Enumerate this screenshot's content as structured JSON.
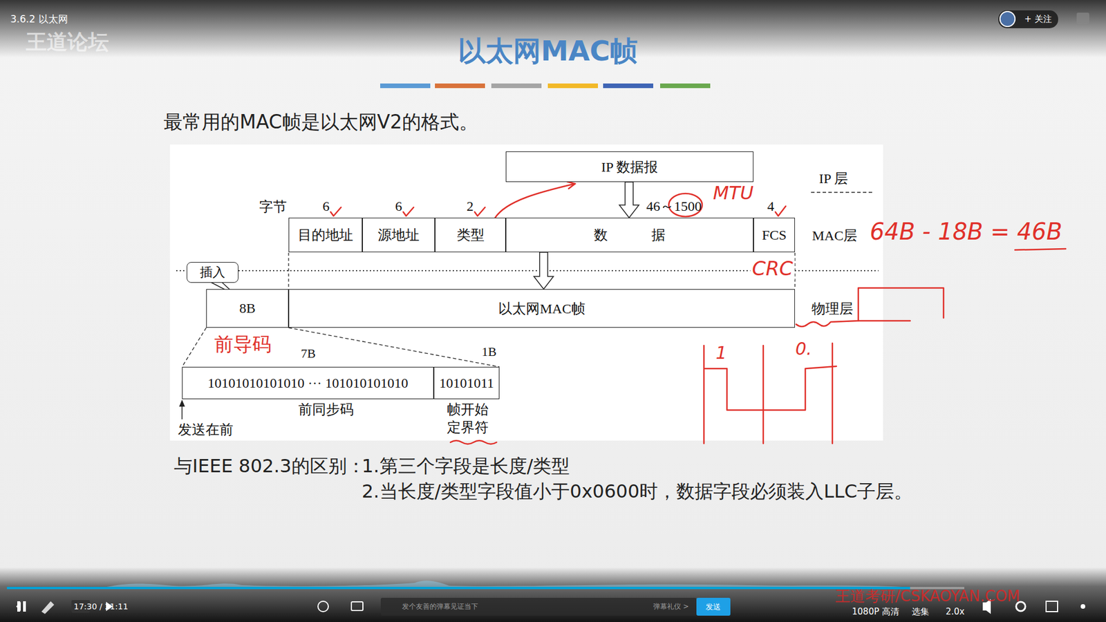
{
  "diagram": {
    "title": "以太网MAC帧",
    "nodes": [
      {
        "text": [
          "IP 数据报"
        ]
      },
      {
        "text": [
          "目的地址"
        ]
      },
      {
        "text": [
          "源地址"
        ]
      },
      {
        "text": [
          "类型"
        ]
      },
      {
        "text": [
          "数 据"
        ]
      },
      {
        "text": [
          "FCS"
        ]
      },
      {
        "text": [
          "插入"
        ]
      },
      {
        "text": [
          "8B"
        ]
      },
      {
        "text": [
          "以太网MAC帧"
        ]
      },
      {
        "text": [
          "10101010101010 ··· 101010101010"
        ]
      },
      {
        "text": [
          "10101011"
        ]
      }
    ],
    "edges": [
      {
        "from": 0,
        "to": 4,
        "arrow": "to"
      },
      {
        "from": 4,
        "to": 8,
        "arrow": "to"
      },
      {
        "from": 3,
        "to": 0,
        "arrow": "to"
      },
      {
        "from": 7,
        "to": 9,
        "arrow": "none"
      },
      {
        "from": 7,
        "to": 10,
        "arrow": "none"
      }
    ],
    "labels": [
      "3.6.2 以太网",
      "王道论坛",
      "+ 关注",
      "最常用的MAC帧是以太网V2的格式。",
      "IP 层",
      "字节",
      "6",
      "6",
      "2",
      "46～1500",
      "4",
      "MTU",
      "MAC层",
      "64B - 18B = 46B",
      "CRC",
      "物理层",
      "前导码",
      "7B",
      "1B",
      "前同步码",
      "帧开始 定界符",
      "发送在前",
      "1",
      "0.",
      "与IEEE 802.3的区别：",
      "1.第三个字段是长度/类型",
      "2.当长度/类型字段值小于0x0600时，数据字段必须装入LLC子层。",
      "17:30 / 21:11",
      "发个友善的弹幕见证当下",
      "弹幕礼仪 >",
      "发送",
      "1080P 高清",
      "选集",
      "2.0x",
      "王道考研/CSKAOYAN.COM"
    ]
  }
}
